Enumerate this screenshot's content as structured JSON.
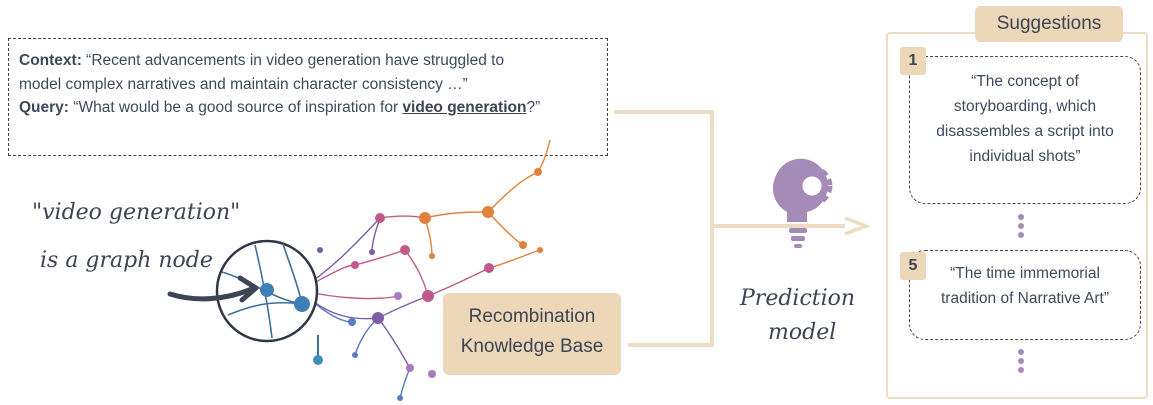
{
  "context": {
    "context_label": "Context:",
    "context_text_line1": "“Recent advancements in video generation have struggled to",
    "context_text_line2": "model complex narratives and maintain character consistency …”",
    "query_label": "Query:",
    "query_prefix": "“What would be a good source of inspiration for ",
    "query_highlight": "video generation",
    "query_suffix": "?”"
  },
  "annotation": {
    "line1": "\"video generation\"",
    "line2": "is a graph node"
  },
  "knowledge_base": {
    "line1": "Recombination",
    "line2": "Knowledge Base"
  },
  "model": {
    "line1": "Prediction",
    "line2": "model"
  },
  "suggestions": {
    "title": "Suggestions",
    "items": [
      {
        "number": "1",
        "lines": [
          "“The concept of",
          "storyboarding, which",
          "disassembles a script into",
          "individual shots”"
        ]
      },
      {
        "number": "5",
        "lines": [
          "“The time immemorial",
          "tradition of Narrative Art”"
        ]
      }
    ]
  },
  "colors": {
    "box_fill": "#ecd7b8",
    "connector": "#ecdcc3",
    "bulb": "#a48bb8",
    "ink": "#3d4454"
  },
  "icons": [
    "lightbulb-gear-icon",
    "magnifier-icon",
    "curved-arrow-icon"
  ]
}
